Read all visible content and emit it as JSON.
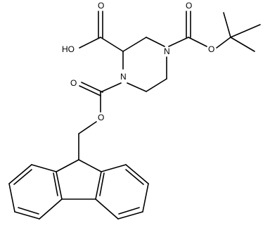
{
  "molecule": {
    "atom_labels": {
      "carboxyl_o1": "O",
      "carboxyl_oh": "HO",
      "n1": "N",
      "n4": "N",
      "boc_o_double": "O",
      "boc_o_single": "O",
      "fmoc_o_double": "O",
      "fmoc_o_single": "O"
    },
    "colors": {
      "bond": "#000000",
      "label": "#000000",
      "background": "#ffffff"
    }
  }
}
